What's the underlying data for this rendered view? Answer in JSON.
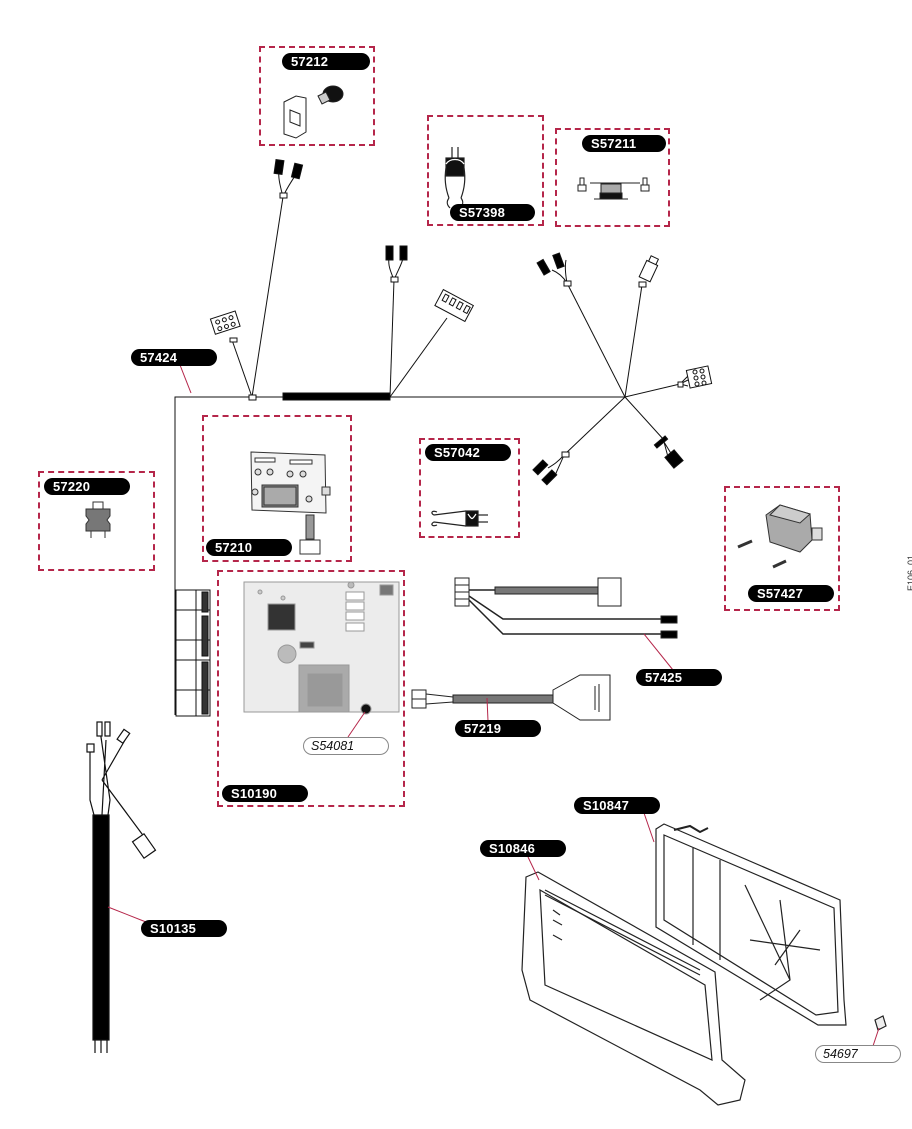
{
  "diagram": {
    "type": "exploded parts diagram",
    "figure_id": "E106_01",
    "accent_color": "#b5264a",
    "label_bg_color": "#000000",
    "groups": [
      {
        "id": "57212",
        "label": "57212",
        "part": "thermostat clip bracket",
        "boxed": true
      },
      {
        "id": "S57398",
        "label": "S57398",
        "part": "wire clip",
        "boxed": true
      },
      {
        "id": "S57211",
        "label": "S57211",
        "part": "thermal fuse with screws",
        "boxed": true
      },
      {
        "id": "57220",
        "label": "57220",
        "part": "switch",
        "boxed": true
      },
      {
        "id": "57210",
        "label": "57210",
        "part": "display control board",
        "boxed": true
      },
      {
        "id": "S57042",
        "label": "S57042",
        "part": "wire clip",
        "boxed": true
      },
      {
        "id": "S57427",
        "label": "S57427",
        "part": "relay with screws",
        "boxed": true
      },
      {
        "id": "S10190",
        "label": "S10190",
        "part": "main control board",
        "boxed": true
      }
    ],
    "labels": [
      {
        "id": "57424",
        "label": "57424",
        "part": "wiring harness"
      },
      {
        "id": "57425",
        "label": "57425",
        "part": "cable harness"
      },
      {
        "id": "57219",
        "label": "57219",
        "part": "ribbon cable"
      },
      {
        "id": "S10135",
        "label": "S10135",
        "part": "power cord"
      },
      {
        "id": "S10847",
        "label": "S10847",
        "part": "rear housing cover"
      },
      {
        "id": "S10846",
        "label": "S10846",
        "part": "front housing"
      }
    ],
    "references": [
      {
        "id": "S54081",
        "label": "S54081",
        "part": "board component"
      },
      {
        "id": "54697",
        "label": "54697",
        "part": "screw"
      }
    ]
  }
}
